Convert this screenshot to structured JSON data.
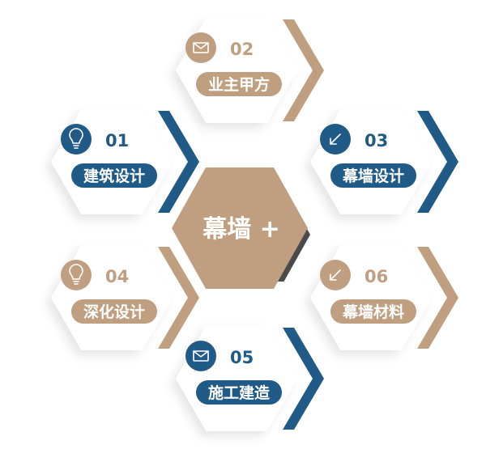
{
  "center": {
    "title": "幕墙 +"
  },
  "colors": {
    "tan": "#bf9f7f",
    "blue": "#1f5b86",
    "dark": "#4a4a4a",
    "hex_fill": "#ffffff",
    "shadow": "#e9e9e9"
  },
  "nodes": [
    {
      "id": "02",
      "number": "02",
      "label": "业主甲方",
      "color": "tan",
      "icon": "mail-icon"
    },
    {
      "id": "01",
      "number": "01",
      "label": "建筑设计",
      "color": "blue",
      "icon": "lightbulb-icon"
    },
    {
      "id": "03",
      "number": "03",
      "label": "幕墙设计",
      "color": "blue",
      "icon": "arrow-down-left-icon"
    },
    {
      "id": "04",
      "number": "04",
      "label": "深化设计",
      "color": "tan",
      "icon": "lightbulb-icon"
    },
    {
      "id": "06",
      "number": "06",
      "label": "幕墙材料",
      "color": "tan",
      "icon": "arrow-down-left-icon"
    },
    {
      "id": "05",
      "number": "05",
      "label": "施工建造",
      "color": "blue",
      "icon": "mail-icon"
    }
  ]
}
